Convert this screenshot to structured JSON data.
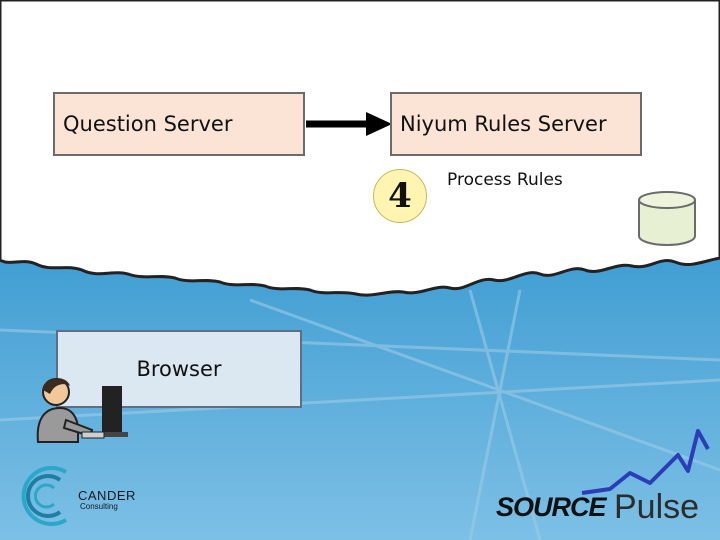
{
  "nodes": {
    "question_server": "Question Server",
    "rules_server": "Niyum Rules Server",
    "browser": "Browser"
  },
  "step": {
    "number": "4",
    "label": "Process Rules"
  },
  "logos": {
    "cander_name": "CANDER",
    "cander_sub": "Consulting",
    "source_word": "SOURCE",
    "pulse_word": "Pulse"
  }
}
